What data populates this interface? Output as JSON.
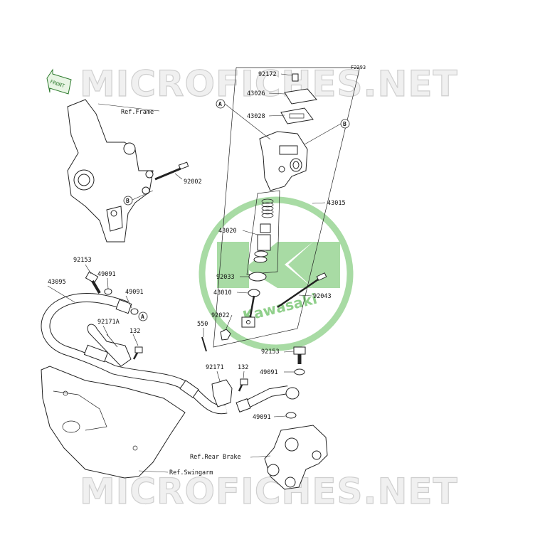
{
  "figure_code": "F2293",
  "watermark_text": "MICROFICHES.NET",
  "logo": {
    "brand": "Kawasaki",
    "color": "#8fcf8a"
  },
  "front_arrow": "FRONT",
  "callout_letters": [
    "A",
    "B"
  ],
  "references": {
    "frame": "Ref.Frame",
    "rear_brake": "Ref.Rear Brake",
    "swingarm": "Ref.Swingarm"
  },
  "part_numbers": {
    "p92172": "92172",
    "p43026": "43026",
    "p43028": "43028",
    "p92002": "92002",
    "p43015": "43015",
    "p43020": "43020",
    "p92033": "92033",
    "p43010": "43010",
    "p92043": "92043",
    "p92022": "92022",
    "p550": "550",
    "p92153_left": "92153",
    "p49091_left1": "49091",
    "p49091_left2": "49091",
    "p43095": "43095",
    "p92171A": "92171A",
    "p132_left": "132",
    "p92153_right": "92153",
    "p49091_right1": "49091",
    "p92171": "92171",
    "p132_mid": "132",
    "p49091_right2": "49091"
  }
}
